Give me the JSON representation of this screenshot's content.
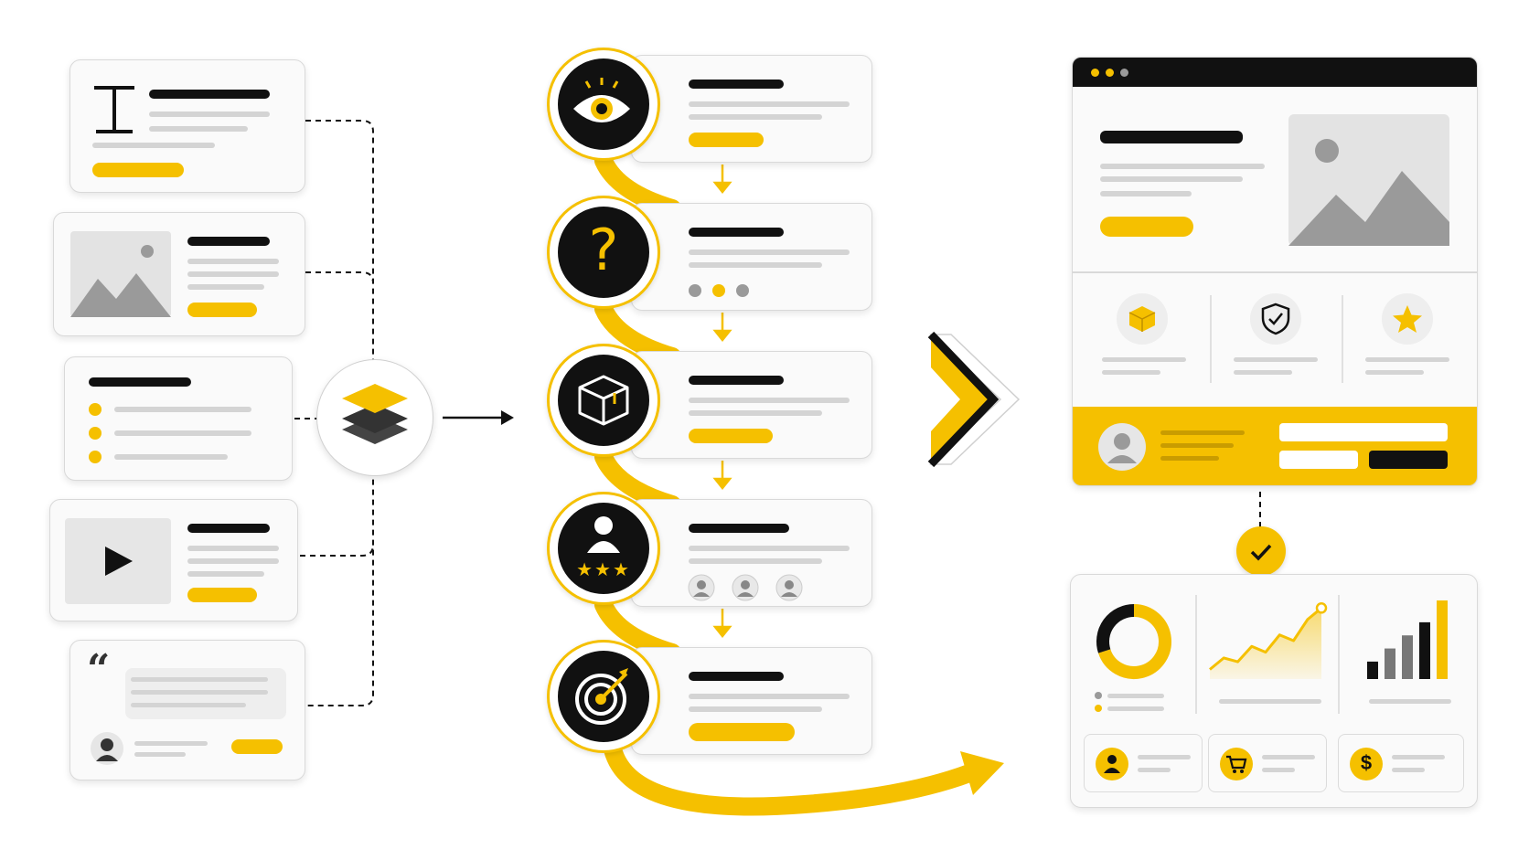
{
  "colors": {
    "accent": "#f5c000",
    "dark": "#111111",
    "placeholder": "#d4d4d4",
    "background": "#ffffff"
  },
  "left_modules": [
    {
      "name": "text-module",
      "icon": "letter-t-icon"
    },
    {
      "name": "image-module",
      "icon": "image-placeholder-icon"
    },
    {
      "name": "list-module",
      "icon": "bullet-list-icon"
    },
    {
      "name": "video-module",
      "icon": "play-icon"
    },
    {
      "name": "testimonial-module",
      "icon": "quote-icon",
      "quote_glyph": "“"
    }
  ],
  "hub": {
    "icon": "layers-icon"
  },
  "funnel_steps": [
    {
      "icon": "eye-icon"
    },
    {
      "icon": "question-mark-icon",
      "glyph": "?"
    },
    {
      "icon": "box-icon"
    },
    {
      "icon": "user-rating-icon",
      "glyph": "★★★"
    },
    {
      "icon": "target-icon"
    }
  ],
  "transition": {
    "icon": "chevron-right-icon"
  },
  "landing_page": {
    "window_dots": [
      "#f5c000",
      "#f5c000",
      "#9a9a9a"
    ],
    "features": [
      "box-icon",
      "shield-check-icon",
      "star-icon"
    ]
  },
  "dashboard": {
    "check_icon": "check-icon",
    "tiles": [
      {
        "icon": "user-icon"
      },
      {
        "icon": "cart-icon"
      },
      {
        "icon": "dollar-icon",
        "glyph": "$"
      }
    ]
  },
  "chart_data": [
    {
      "type": "pie",
      "values": [
        70,
        30
      ]
    },
    {
      "type": "area",
      "values": [
        10,
        22,
        18,
        34,
        28,
        46,
        40,
        62,
        74
      ]
    },
    {
      "type": "bar",
      "values": [
        20,
        35,
        50,
        65,
        90
      ]
    }
  ]
}
